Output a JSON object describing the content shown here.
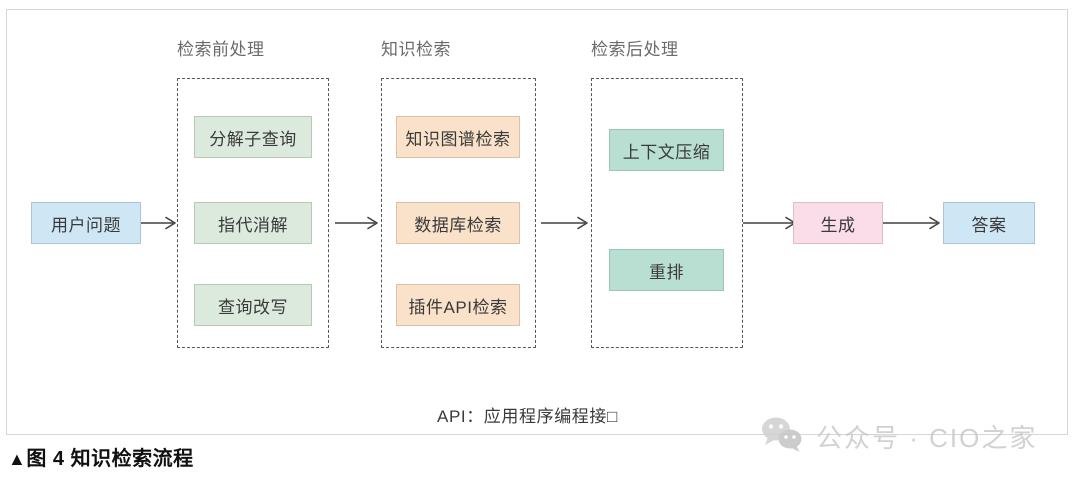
{
  "figure": {
    "caption_marker": "▲",
    "caption": "图 4  知识检索流程",
    "footnote": "API：应用程序编程接□"
  },
  "flow": {
    "input_node": {
      "label": "用户问题",
      "color": "#cfe7f5"
    },
    "generate_node": {
      "label": "生成",
      "color": "#fadde8"
    },
    "answer_node": {
      "label": "答案",
      "color": "#cfe7f5"
    },
    "stages": [
      {
        "title": "检索前处理",
        "accent": "#dceade",
        "nodes": [
          {
            "label": "分解子查询"
          },
          {
            "label": "指代消解"
          },
          {
            "label": "查询改写"
          }
        ]
      },
      {
        "title": "知识检索",
        "accent": "#fae1c9",
        "nodes": [
          {
            "label": "知识图谱检索"
          },
          {
            "label": "数据库检索"
          },
          {
            "label": "插件API检索"
          }
        ]
      },
      {
        "title": "检索后处理",
        "accent": "#b8dfd2",
        "nodes": [
          {
            "label": "上下文压缩"
          },
          {
            "label": "重排"
          }
        ]
      }
    ]
  },
  "watermark": {
    "text": "公众号 · CIO之家",
    "icon": "wechat-icon"
  }
}
